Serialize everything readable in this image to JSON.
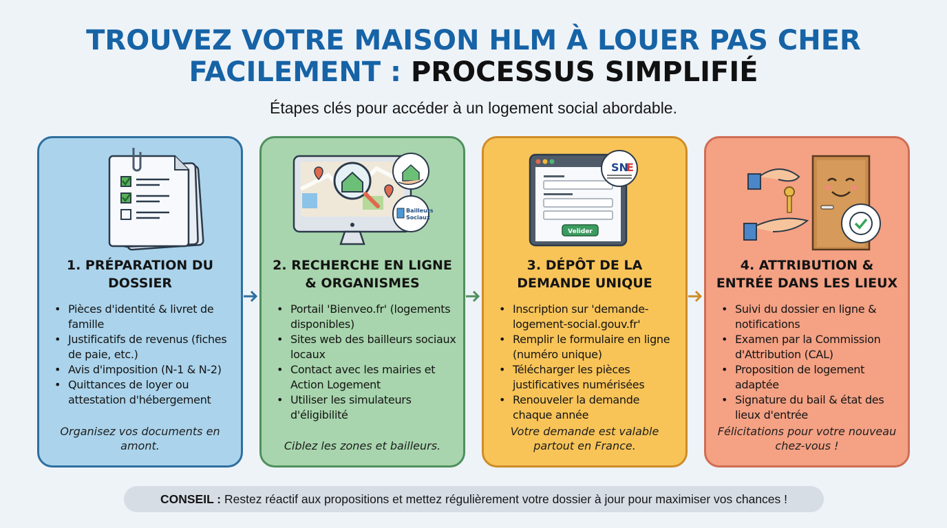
{
  "header": {
    "title_line1": "TROUVEZ VOTRE MAISON HLM À LOUER PAS CHER",
    "title_line2_blue": "FACILEMENT :",
    "title_line2_dark": "PROCESSUS SIMPLIFIÉ",
    "subtitle": "Étapes clés pour accéder à un logement social abordable."
  },
  "colors": {
    "title_blue": "#1663a6",
    "step1_bg": "#abd4ec",
    "step1_border": "#2d6e9e",
    "step2_bg": "#a8d5ad",
    "step2_border": "#4f8f5d",
    "step3_bg": "#f8c458",
    "step3_border": "#cf8c27",
    "step4_bg": "#f4a184",
    "step4_border": "#cf6d55"
  },
  "steps": [
    {
      "icon": "checklist-documents-icon",
      "title": "1. PRÉPARATION DU DOSSIER",
      "bullets": [
        "Pièces d'identité & livret de famille",
        "Justificatifs de revenus (fiches de paie, etc.)",
        "Avis d'imposition (N-1 & N-2)",
        "Quittances de loyer ou attestation d'hébergement"
      ],
      "note": "Organisez vos documents en amont."
    },
    {
      "icon": "online-map-search-icon",
      "badge_text": "Bailleurs Sociaux",
      "title": "2. RECHERCHE EN LIGNE & ORGANISMES",
      "bullets": [
        "Portail 'Bienveo.fr' (logements disponibles)",
        "Sites web des bailleurs sociaux locaux",
        "Contact avec les mairies et Action Logement",
        "Utiliser les simulateurs d'éligibilité"
      ],
      "note": "Ciblez les zones et bailleurs."
    },
    {
      "icon": "online-form-icon",
      "badge_text": "SNE",
      "form_button": "Velider",
      "title": "3. DÉPÔT DE LA DEMANDE UNIQUE",
      "bullets": [
        "Inscription sur 'demande-logement-social.gouv.fr'",
        "Remplir le formulaire en ligne (numéro unique)",
        "Télécharger les pièces justificatives numérisées",
        "Renouveler la demande chaque année"
      ],
      "note": "Votre demande est valable partout en France."
    },
    {
      "icon": "key-handover-door-icon",
      "title": "4. ATTRIBUTION & ENTRÉE DANS LES LIEUX",
      "bullets": [
        "Suivi du dossier en ligne & notifications",
        "Examen par la Commission d'Attribution (CAL)",
        "Proposition de logement adaptée",
        "Signature du bail & état des lieux d'entrée"
      ],
      "note": "Félicitations pour votre nouveau chez-vous !"
    }
  ],
  "tip": {
    "label": "CONSEIL :",
    "text": "Restez réactif aux propositions et mettez régulièrement votre dossier à jour pour maximiser vos chances !"
  }
}
